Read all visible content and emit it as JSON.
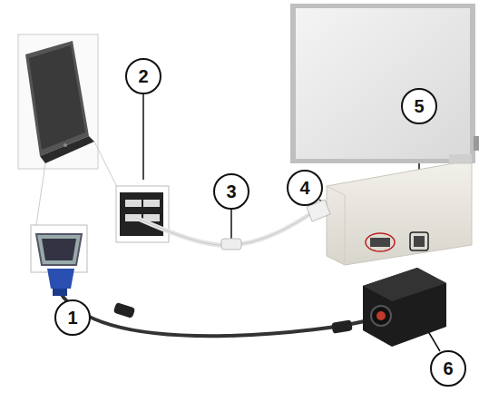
{
  "diagram": {
    "labels": [
      "2",
      "5",
      "3",
      "4",
      "1",
      "6"
    ]
  }
}
